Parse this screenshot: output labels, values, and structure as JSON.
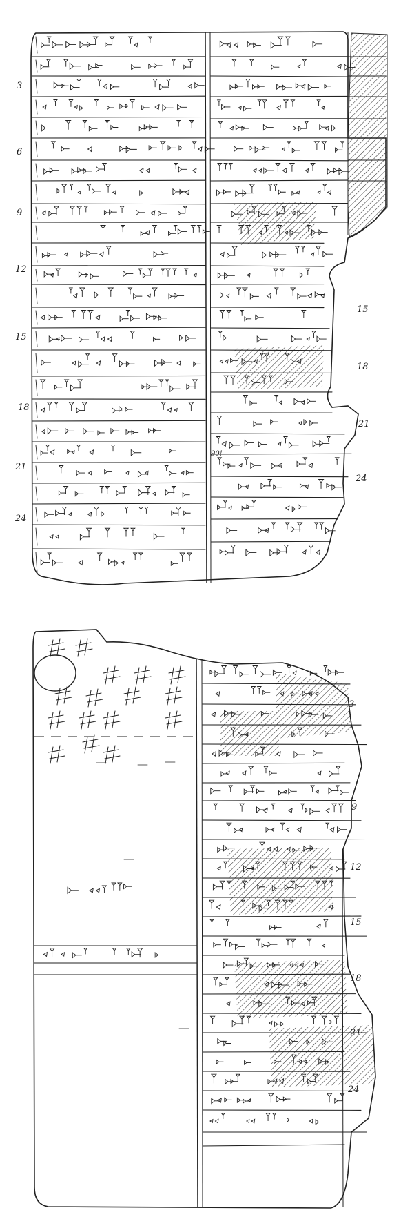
{
  "obverse": {
    "left_line_numbers": [
      "3",
      "6",
      "9",
      "12",
      "15",
      "18",
      "21",
      "24"
    ],
    "right_line_numbers": [
      "15",
      "18",
      "21",
      "24"
    ],
    "annotation": "90!"
  },
  "reverse": {
    "right_line_numbers": [
      "3",
      "9",
      "12",
      "15",
      "18",
      "21",
      "24"
    ]
  },
  "colors": {
    "ink": "#222222",
    "paper": "#ffffff"
  }
}
